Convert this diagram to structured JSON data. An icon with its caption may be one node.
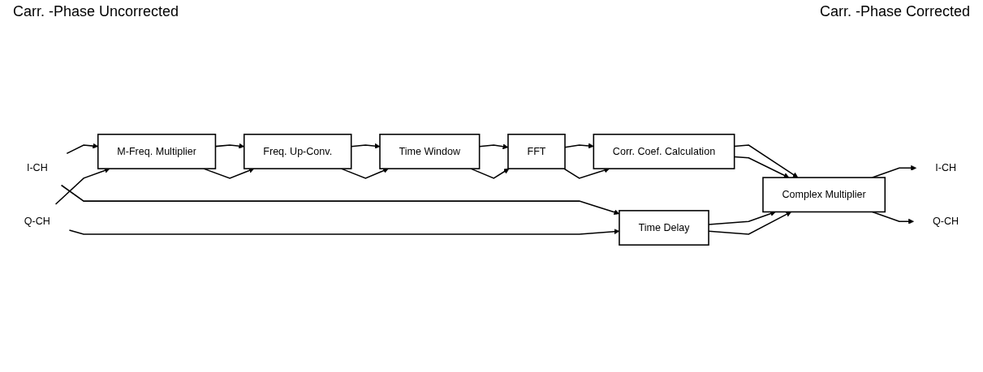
{
  "diagram": {
    "nodes": [
      {
        "text": [
          "I-CH"
        ]
      },
      {
        "text": [
          "Q-CH"
        ]
      },
      {
        "text": [
          "M-Freq. Multiplier"
        ]
      },
      {
        "text": [
          "Freq. Up-Conv."
        ]
      },
      {
        "text": [
          "Time Window"
        ]
      },
      {
        "text": [
          "FFT"
        ]
      },
      {
        "text": [
          "Corr. Coef. Calculation"
        ]
      },
      {
        "text": [
          "Time Delay"
        ]
      },
      {
        "text": [
          "Complex Multiplier"
        ]
      },
      {
        "text": [
          "I-CH"
        ]
      },
      {
        "text": [
          "Q-CH"
        ]
      }
    ],
    "edges": [
      {
        "from": 0,
        "to": 2,
        "arrow": "to"
      },
      {
        "from": 0,
        "to": 7,
        "arrow": "to"
      },
      {
        "from": 1,
        "to": 2,
        "arrow": "to"
      },
      {
        "from": 1,
        "to": 7,
        "arrow": "to"
      },
      {
        "from": 2,
        "to": 3,
        "arrow": "to"
      },
      {
        "from": 2,
        "to": 3,
        "arrow": "to"
      },
      {
        "from": 3,
        "to": 4,
        "arrow": "to"
      },
      {
        "from": 3,
        "to": 4,
        "arrow": "to"
      },
      {
        "from": 4,
        "to": 5,
        "arrow": "to"
      },
      {
        "from": 4,
        "to": 5,
        "arrow": "to"
      },
      {
        "from": 5,
        "to": 6,
        "arrow": "to"
      },
      {
        "from": 5,
        "to": 6,
        "arrow": "to"
      },
      {
        "from": 6,
        "to": 8,
        "arrow": "to"
      },
      {
        "from": 6,
        "to": 8,
        "arrow": "to"
      },
      {
        "from": 7,
        "to": 8,
        "arrow": "to"
      },
      {
        "from": 7,
        "to": 8,
        "arrow": "to"
      },
      {
        "from": 8,
        "to": 9,
        "arrow": "to"
      },
      {
        "from": 8,
        "to": 10,
        "arrow": "to"
      }
    ],
    "labels": [
      "Carr. -Phase Uncorrected",
      "Carr. -Phase Corrected"
    ]
  }
}
